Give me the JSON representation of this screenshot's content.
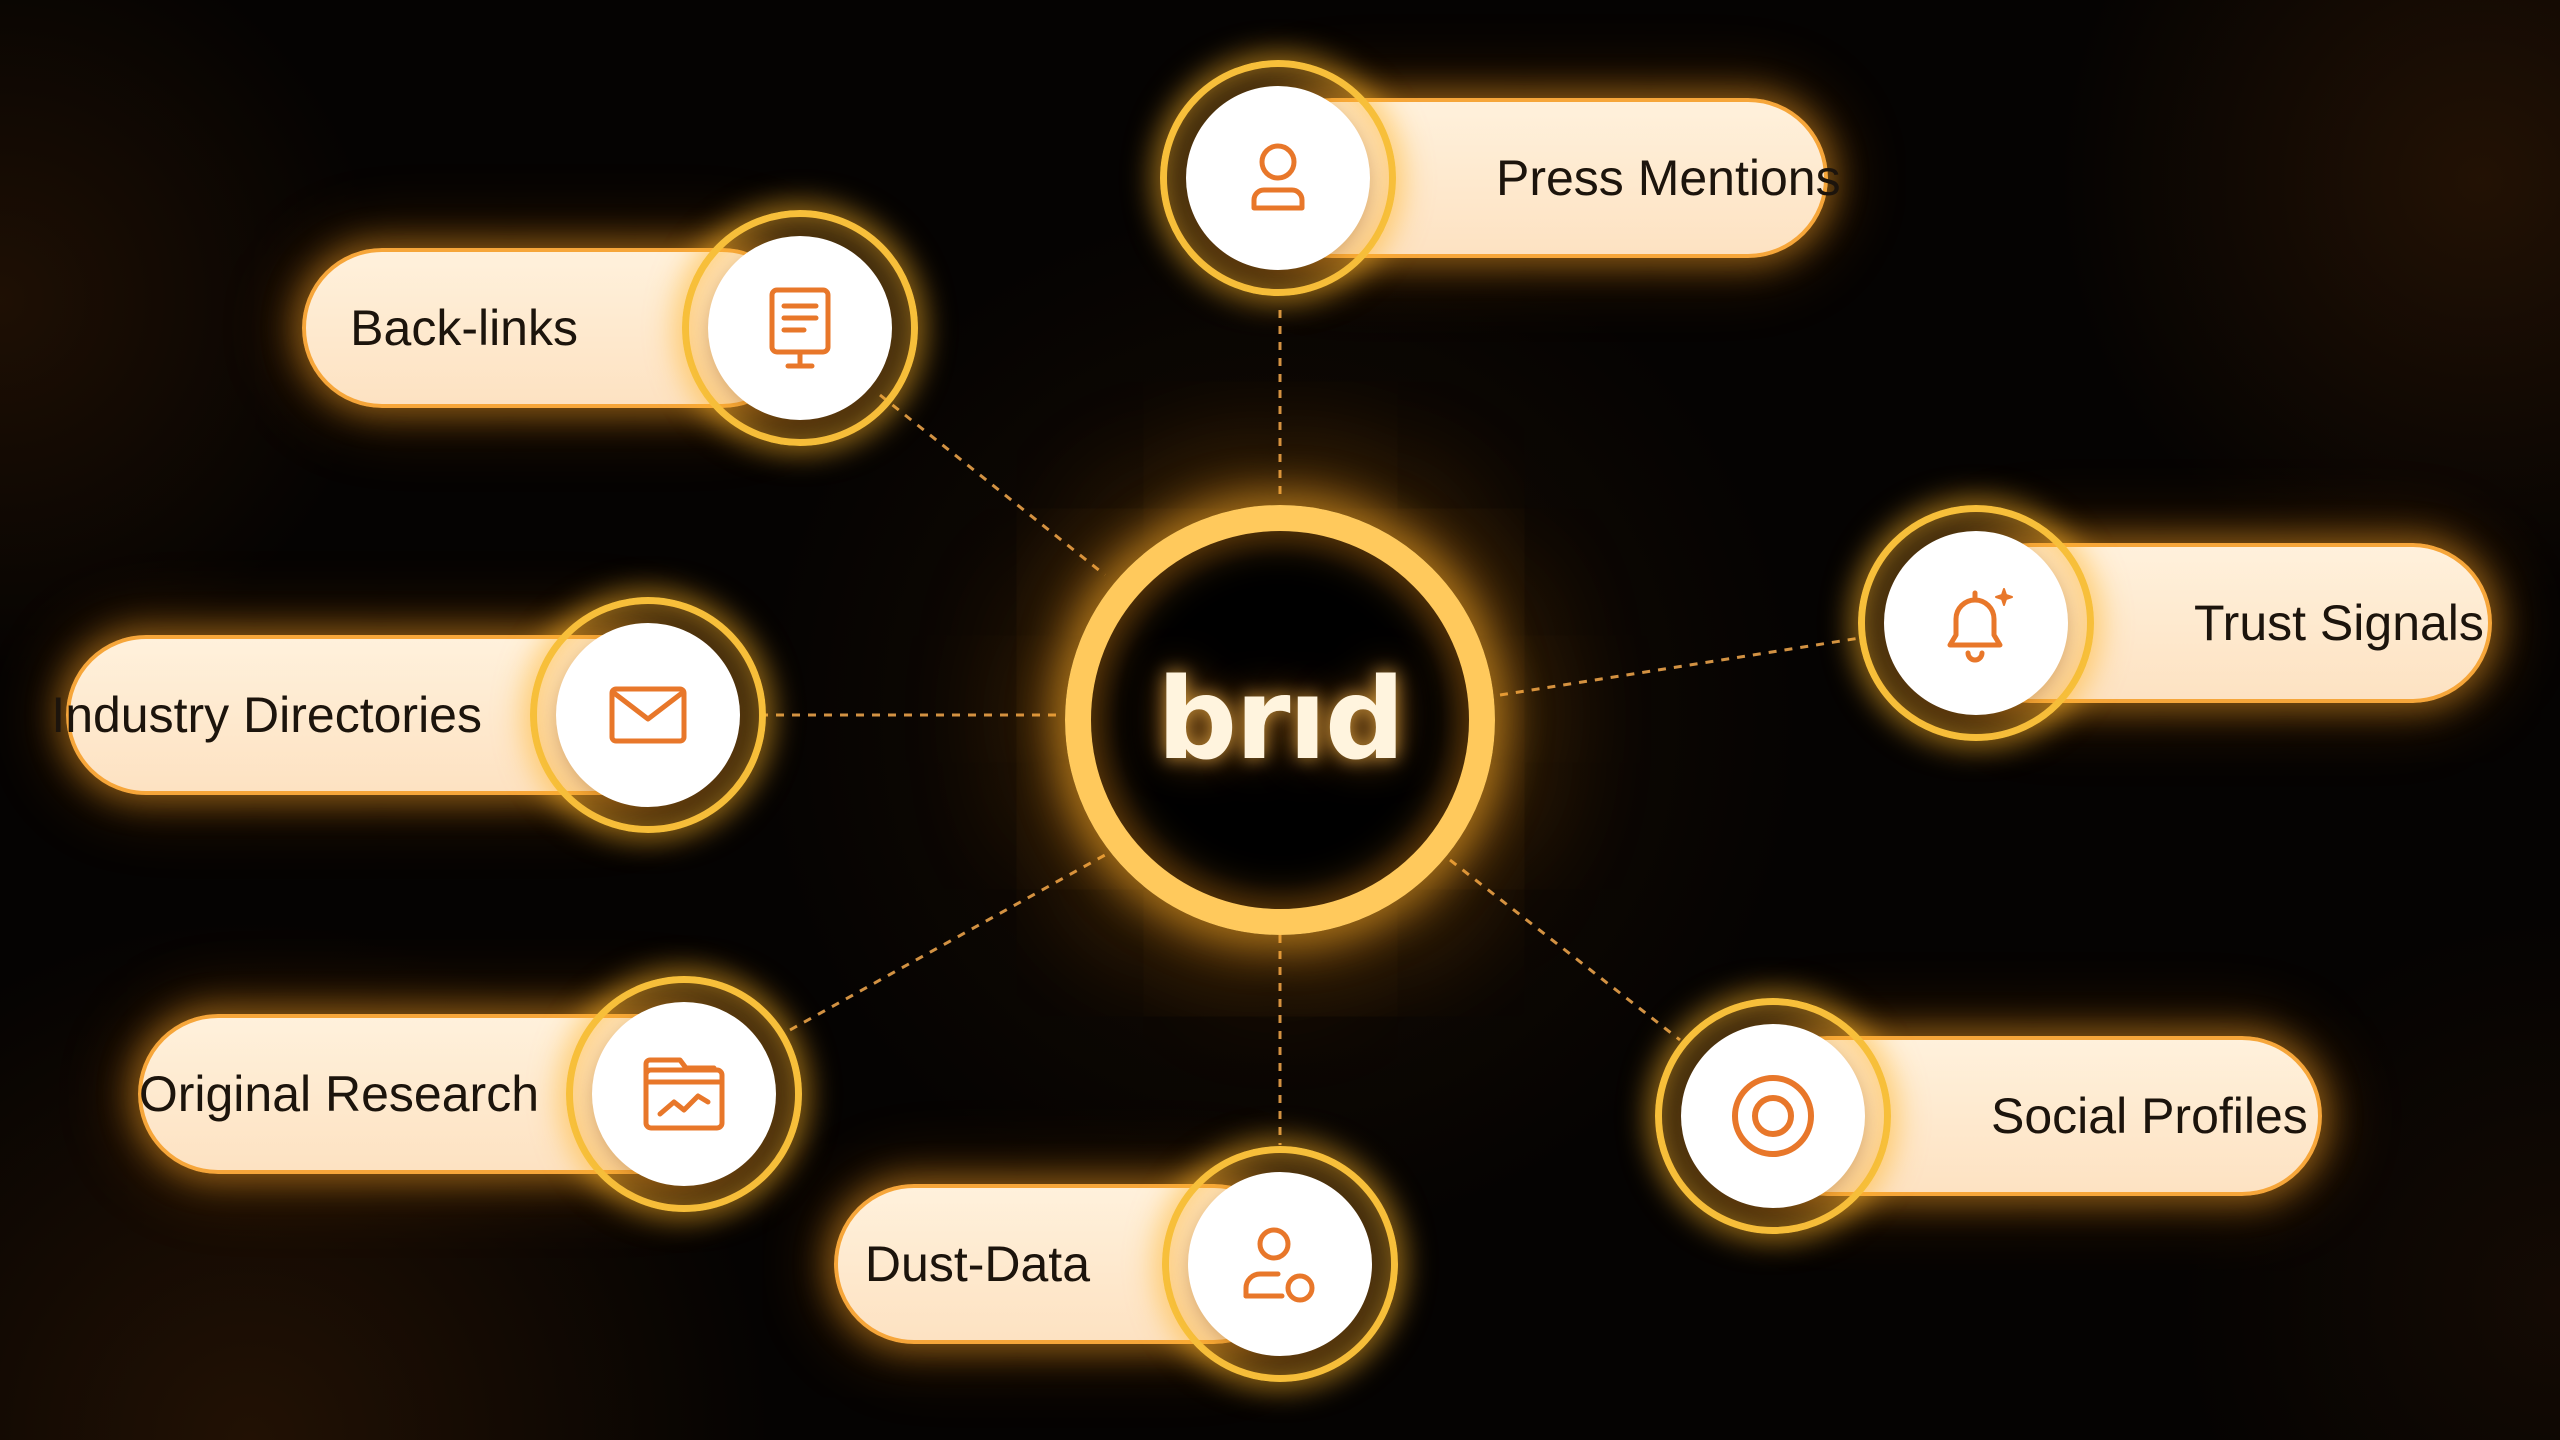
{
  "hub": {
    "logo": "brıd"
  },
  "accent": "#e8772a",
  "glow": "#ffc95c",
  "pill_fill": "#fde6ca",
  "nodes": [
    {
      "label": "Press Mentions",
      "icon": "user-icon"
    },
    {
      "label": "Back-links",
      "icon": "document-monitor-icon"
    },
    {
      "label": "Trust Signals",
      "icon": "bell-icon"
    },
    {
      "label": "Industry Directories",
      "icon": "mail-icon"
    },
    {
      "label": "Original Research",
      "icon": "chart-window-icon"
    },
    {
      "label": "Social Profiles",
      "icon": "target-icon"
    },
    {
      "label": "Dust-Data",
      "icon": "user-search-icon"
    }
  ]
}
